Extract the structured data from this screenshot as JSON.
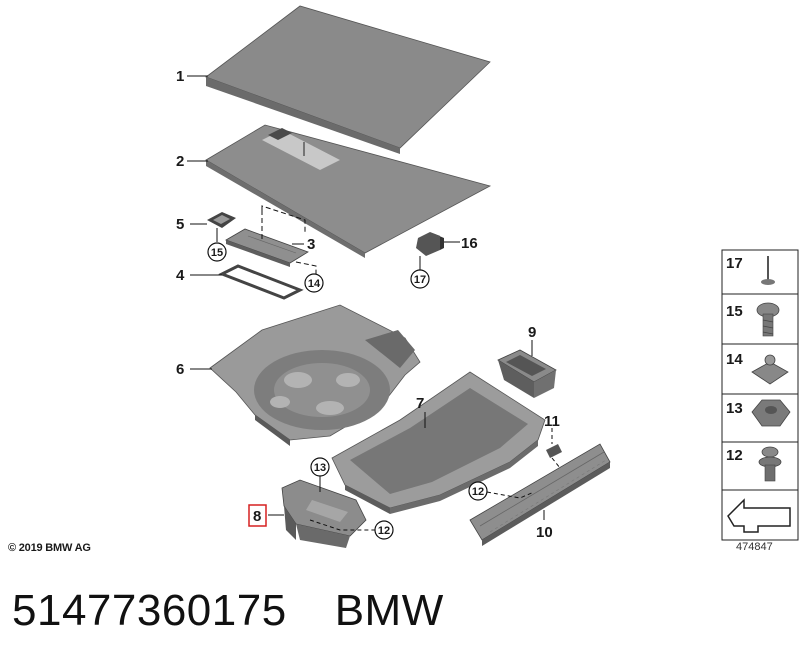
{
  "callouts": {
    "c1": "1",
    "c2": "2",
    "c3": "3",
    "c4": "4",
    "c5": "5",
    "c6": "6",
    "c7": "7",
    "c8": "8",
    "c9": "9",
    "c10": "10",
    "c11": "11",
    "c16": "16"
  },
  "circled": {
    "c15": "15",
    "c14": "14",
    "c17": "17",
    "c13": "13",
    "c12a": "12",
    "c12b": "12"
  },
  "legend": {
    "items": [
      "17",
      "15",
      "14",
      "13",
      "12"
    ]
  },
  "copyright": "© 2019 BMW AG",
  "reference_number": "474847",
  "part_number": "51477360175",
  "brand": "BMW",
  "colors": {
    "part_fill": "#8c8c8c",
    "part_dark": "#6e6e6e",
    "part_light": "#b4b4b4",
    "highlight_box": "#d62020"
  }
}
